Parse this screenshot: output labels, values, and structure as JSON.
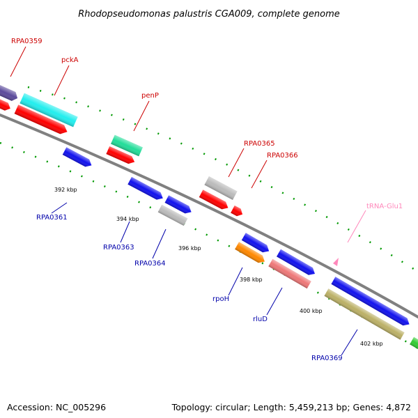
{
  "title": "Rhodopseudomonas palustris CGA009, complete genome",
  "footer": {
    "accession": "Accession: NC_005296",
    "topology": "Topology: circular; Length: 5,459,213 bp; Genes: 4,872"
  },
  "colors": {
    "backbone": "#808080",
    "tick_major": "#009900",
    "tick_minor": "#00aa00",
    "label_forward": "#cc0000",
    "label_reverse": "#0000aa",
    "label_rna": "#ff88bb",
    "callout_line_forward": "#cc0000",
    "callout_line_reverse": "#0000aa",
    "callout_line_rna": "#ff88bb"
  },
  "ticks": [
    "392 kbp",
    "394 kbp",
    "396 kbp",
    "398 kbp",
    "400 kbp",
    "402 kbp"
  ],
  "gene_labels": [
    {
      "name": "RPA0359",
      "strand": "forward"
    },
    {
      "name": "pckA",
      "strand": "forward"
    },
    {
      "name": "penP",
      "strand": "forward"
    },
    {
      "name": "RPA0365",
      "strand": "forward"
    },
    {
      "name": "RPA0366",
      "strand": "forward"
    },
    {
      "name": "tRNA-Glu1",
      "strand": "rna"
    },
    {
      "name": "RPA0361",
      "strand": "reverse"
    },
    {
      "name": "RPA0363",
      "strand": "reverse"
    },
    {
      "name": "RPA0364",
      "strand": "reverse"
    },
    {
      "name": "rpoH",
      "strand": "reverse"
    },
    {
      "name": "rluD",
      "strand": "reverse"
    },
    {
      "name": "RPA0369",
      "strand": "reverse"
    }
  ],
  "features": [
    {
      "name": "feature-purple-outer",
      "color": "#5b4a9b"
    },
    {
      "name": "feature-red-left-small",
      "color": "#ff0000"
    },
    {
      "name": "feature-cyan",
      "color": "#22eeee"
    },
    {
      "name": "feature-red-pckA",
      "color": "#ff0000"
    },
    {
      "name": "feature-teal-penP",
      "color": "#22dd99"
    },
    {
      "name": "feature-red-penP",
      "color": "#ff0000"
    },
    {
      "name": "feature-gray-RPA0365",
      "color": "#bbbbbb"
    },
    {
      "name": "feature-red-RPA0365",
      "color": "#ff0000"
    },
    {
      "name": "feature-red-RPA0366",
      "color": "#ff0000"
    },
    {
      "name": "feature-blue-RPA0361",
      "color": "#1111ee"
    },
    {
      "name": "feature-blue-RPA0363",
      "color": "#1111ee"
    },
    {
      "name": "feature-blue-RPA0363b",
      "color": "#1111ee"
    },
    {
      "name": "feature-gray-RPA0364",
      "color": "#bbbbbb"
    },
    {
      "name": "feature-blue-rpoH-top",
      "color": "#1111ee"
    },
    {
      "name": "feature-orange-rpoH",
      "color": "#ff8800"
    },
    {
      "name": "feature-blue-rluD-top",
      "color": "#1111ee"
    },
    {
      "name": "feature-pink-rluD",
      "color": "#ee7777"
    },
    {
      "name": "feature-blue-RPA0369-top",
      "color": "#1111ee"
    },
    {
      "name": "feature-olive-RPA0369",
      "color": "#bbb066"
    },
    {
      "name": "feature-green-edge",
      "color": "#33cc33"
    },
    {
      "name": "feature-trna-marker",
      "color": "#ff88bb"
    }
  ]
}
